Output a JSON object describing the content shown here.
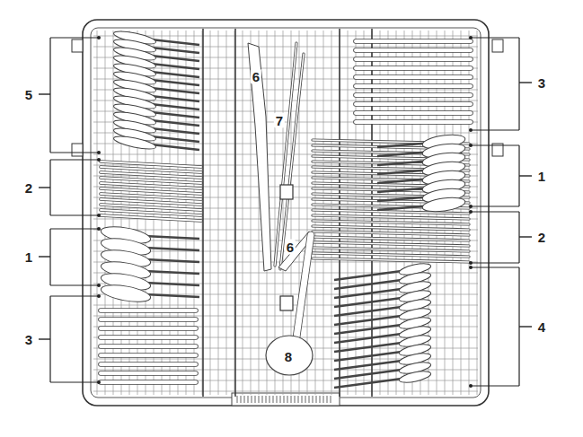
{
  "diagram": {
    "labels": [
      "5",
      "2",
      "1",
      "3",
      "6",
      "7",
      "6",
      "8",
      "3",
      "1",
      "2",
      "4"
    ]
  }
}
